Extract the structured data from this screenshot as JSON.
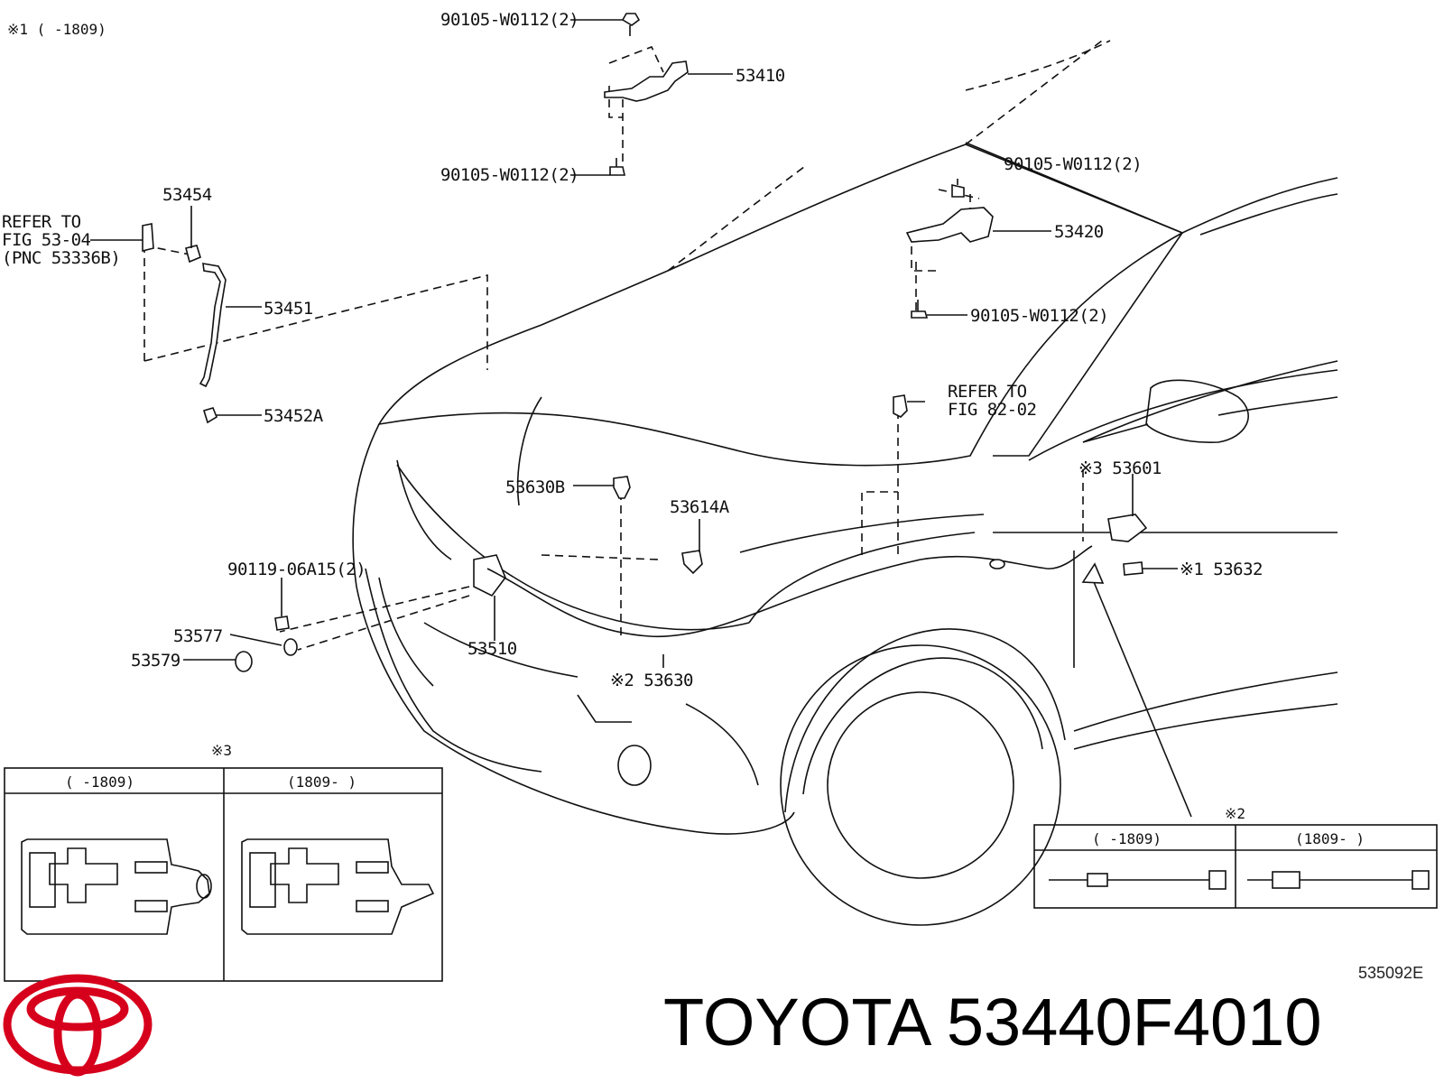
{
  "notes": {
    "note1": "※1 (      -1809)"
  },
  "callouts": {
    "bolt_top": "90105-W0112(2)",
    "hinge_left": "53410",
    "bolt_mid": "90105-W0112(2)",
    "bolt_right_top": "90105-W0112(2)",
    "hinge_right": "53420",
    "bolt_right_bottom": "90105-W0112(2)",
    "p53454": "53454",
    "refer1_a": "REFER TO",
    "refer1_b": "FIG 53-04",
    "refer1_c": "(PNC 53336B)",
    "p53451": "53451",
    "p53452a": "53452A",
    "refer2_a": "REFER TO",
    "refer2_b": "FIG 82-02",
    "p53630b": "53630B",
    "p53614a": "53614A",
    "p53601": "※3 53601",
    "p53632": "※1 53632",
    "p9011906a15": "90119-06A15(2)",
    "p53577": "53577",
    "p53579": "53579",
    "p53510": "53510",
    "p53630": "※2 53630"
  },
  "inset3": {
    "mark": "※3",
    "col1": "(      -1809)",
    "col2": "(1809-      )"
  },
  "inset2": {
    "mark": "※2",
    "col1": "(      -1809)",
    "col2": "(1809-      )"
  },
  "figure_code": "535092E",
  "brand": "TOYOTA 53440F4010",
  "colors": {
    "logo_red": "#d6001c",
    "ink": "#111111"
  }
}
